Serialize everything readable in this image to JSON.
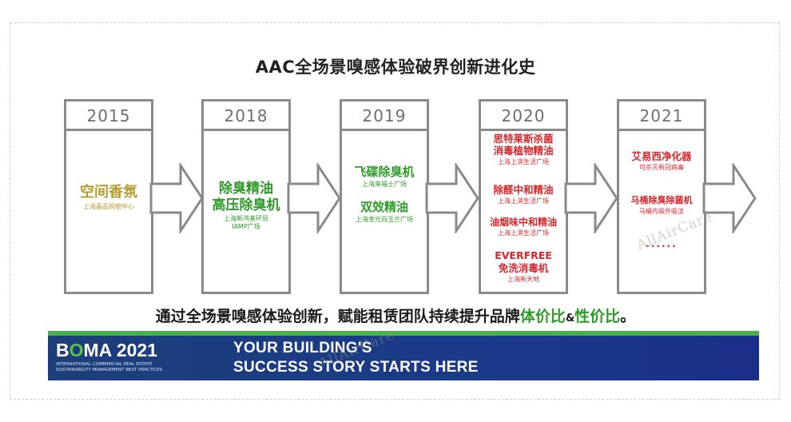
{
  "title": "AAC全场景嗅感体验破界创新进化史",
  "cards": [
    {
      "year": "2015",
      "lines": [
        {
          "text": "空间香氛",
          "sub": "上海晶品购物中心"
        }
      ]
    },
    {
      "year": "2018",
      "lines": [
        {
          "text": "除臭精油",
          "sub": ""
        },
        {
          "text": "高压除臭机",
          "sub": "上海新鸿基环贸"
        },
        {
          "text": "",
          "sub": "IAMP广场"
        }
      ]
    },
    {
      "year": "2019",
      "lines": [
        {
          "text": "飞碟除臭机",
          "sub": "上海来福士广场"
        },
        {
          "text": "双效精油",
          "sub": "上海金光白玉兰广场"
        }
      ]
    },
    {
      "year": "2020",
      "lines": [
        {
          "text": "思特莱斯杀菌",
          "sub": ""
        },
        {
          "text": "消毒植物精油",
          "sub": "上海上滨生活广场"
        },
        {
          "text": "除醛中和精油",
          "sub": "上海上滨生活广场"
        },
        {
          "text": "油烟味中和精油",
          "sub": "上海上滨生活广场"
        },
        {
          "text": "EVERFREE",
          "sub": ""
        },
        {
          "text": "免洗消毒机",
          "sub": "上海新天地"
        }
      ]
    },
    {
      "year": "2021",
      "lines": [
        {
          "text": "艾易西净化器",
          "sub": "可杀灭新冠病毒"
        },
        {
          "text": "马桶除臭除菌机",
          "sub": "马桶内吸外吸法"
        },
        {
          "text": "......",
          "sub": ""
        }
      ]
    }
  ],
  "slogan": {
    "main": "通过全场景嗅感体验创新，赋能租赁团队持续提升品牌",
    "hl1": "体价比",
    "amp": "&",
    "hl2": "性价比",
    "end": "。"
  },
  "banner": {
    "logo_b": "B",
    "logo_o": "O",
    "logo_rest": "MA 2021",
    "sub1": "INTERNATIONAL COMMERCIAL REAL ESTATE",
    "sub2": "SUSTAINABILITY MANAGEMENT BEST PRACTICES",
    "line1": "YOUR BUILDING'S",
    "line2": "SUCCESS STORY STARTS HERE"
  },
  "watermark": "AllAirCare",
  "colors": {
    "gold": "#b79a2c",
    "green": "#2f9b2a",
    "red": "#d8262a",
    "banner_blue": "#1b3a8a"
  }
}
